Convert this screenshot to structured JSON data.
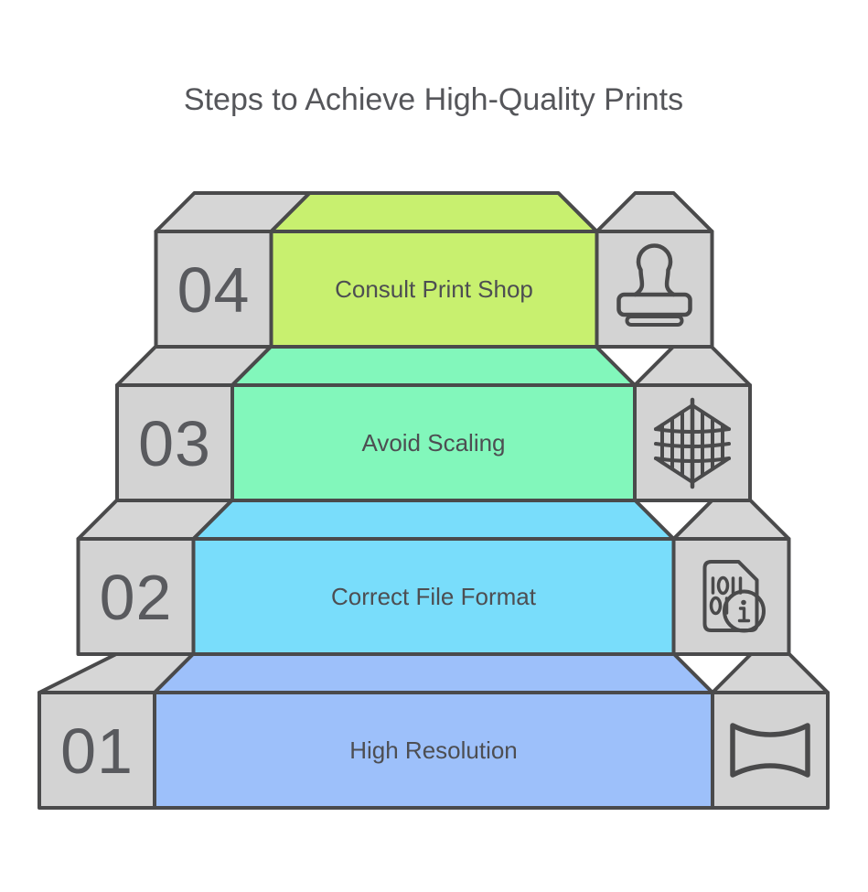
{
  "title": "Steps to Achieve High-Quality Prints",
  "colors": {
    "step_04": "#c8f06f",
    "step_03": "#82f7bb",
    "step_02": "#79ddfb",
    "step_01": "#9dc0fa",
    "block_gray": "#d3d3d3",
    "outline": "#4a4a4b",
    "text": "#55565a"
  },
  "steps": [
    {
      "number": "04",
      "label": "Consult Print Shop",
      "icon": "stamp-icon",
      "color": "#c8f06f"
    },
    {
      "number": "03",
      "label": "Avoid Scaling",
      "icon": "mesh-grid-icon",
      "color": "#82f7bb"
    },
    {
      "number": "02",
      "label": "Correct File Format",
      "icon": "binary-file-info-icon",
      "color": "#79ddfb"
    },
    {
      "number": "01",
      "label": "High Resolution",
      "icon": "panorama-icon",
      "color": "#9dc0fa"
    }
  ]
}
